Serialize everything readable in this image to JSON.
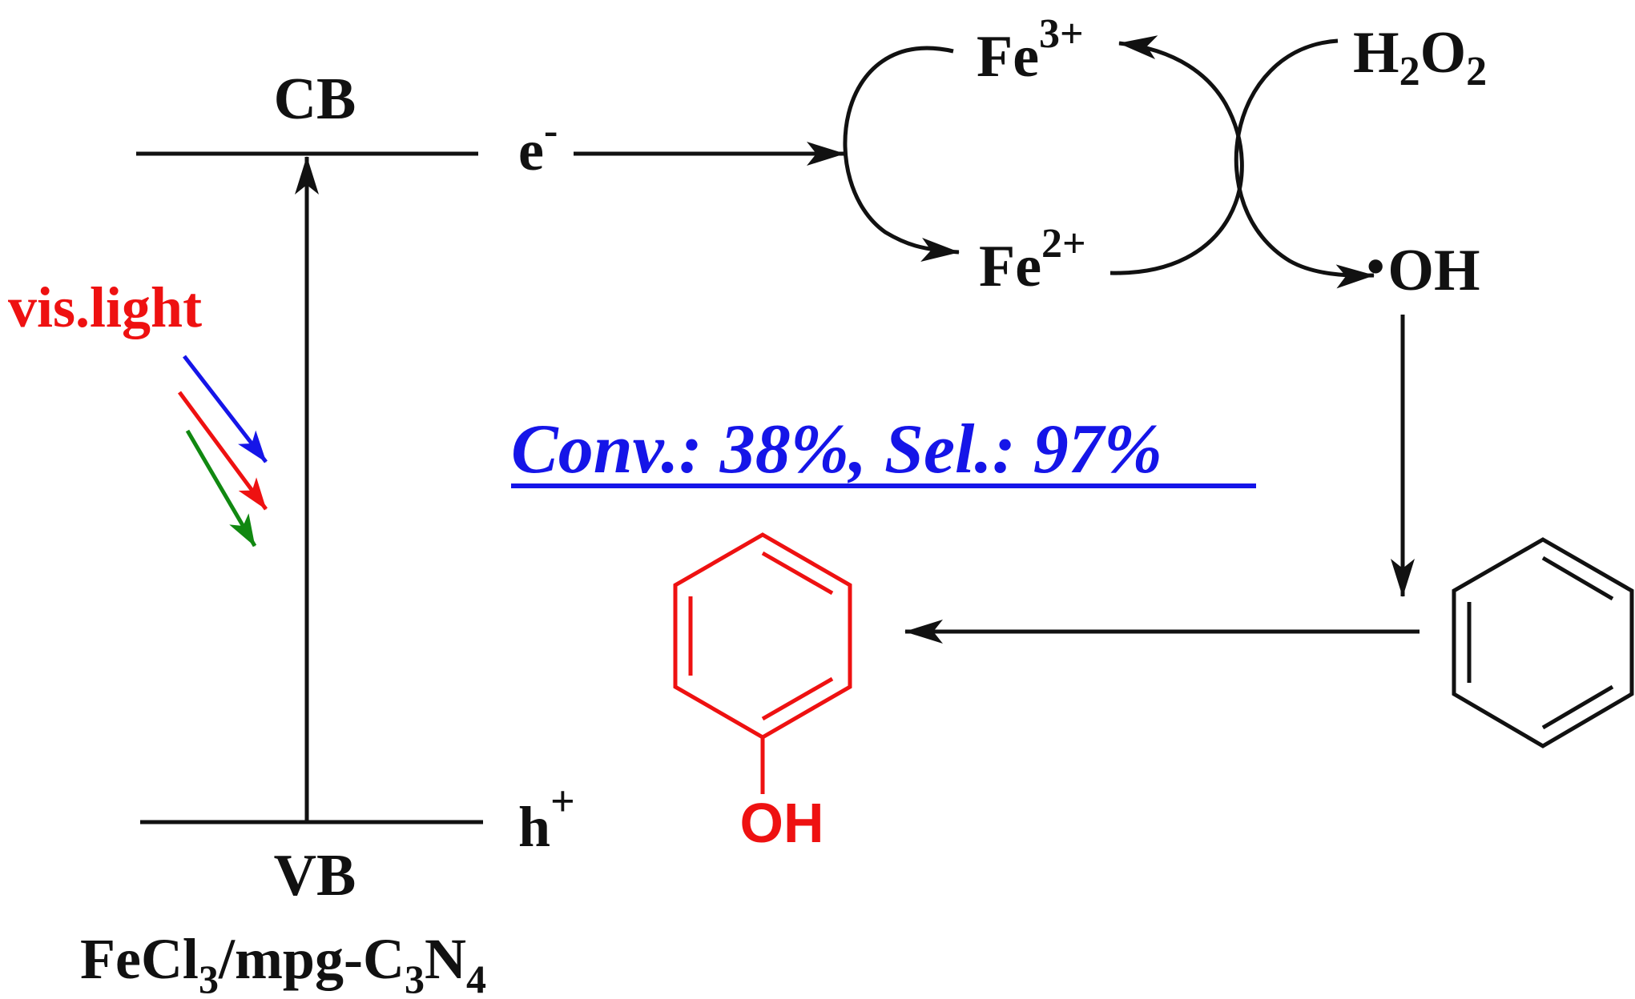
{
  "band": {
    "cb_label": "CB",
    "vb_label": "VB",
    "electron": {
      "main": "e",
      "sup": "-"
    },
    "hole": {
      "main": "h",
      "sup": "+"
    },
    "catalyst": {
      "a": "FeCl",
      "a_sub": "3",
      "b": "/mpg-C",
      "b_sub": "3",
      "c": "N",
      "c_sub": "4"
    }
  },
  "light": {
    "label": "vis.light",
    "ray_colors": [
      "#1515e8",
      "#ee1111",
      "#118811"
    ]
  },
  "cycle": {
    "fe3": {
      "main": "Fe",
      "sup": "3+"
    },
    "fe2": {
      "main": "Fe",
      "sup": "2+"
    },
    "h2o2": {
      "h": "H",
      "h_sub": "2",
      "o": "O",
      "o_sub": "2"
    },
    "oh_radical": {
      "dot": "•",
      "main": "OH"
    }
  },
  "result": {
    "text": "Conv.: 38%, Sel.: 97%",
    "color": "#1515e8"
  },
  "phenol": {
    "oh_label": "OH",
    "color": "#ee1111"
  },
  "colors": {
    "ink": "#111111",
    "red": "#ee1111",
    "blue": "#1515e8"
  }
}
